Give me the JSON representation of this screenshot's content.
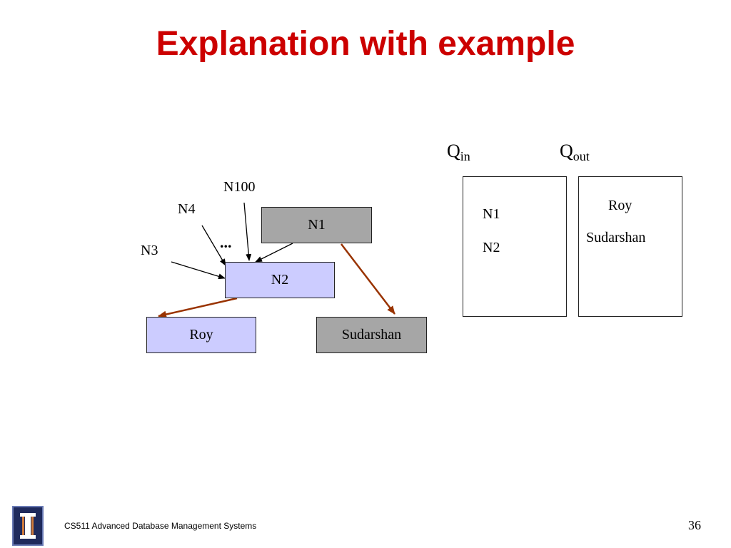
{
  "slide": {
    "title": "Explanation with example",
    "footer": "CS511 Advanced Database Management Systems",
    "page_number": "36",
    "colors": {
      "title": "#cc0000",
      "blue_node": "#ccccff",
      "gray_node": "#a6a6a6",
      "arrow_brown": "#993300",
      "logo_bg": "#1f2a5c"
    }
  },
  "graph": {
    "nodes": {
      "n1": "N1",
      "n2": "N2",
      "roy": "Roy",
      "sudarshan": "Sudarshan"
    },
    "incoming": {
      "n100": "N100",
      "n4": "N4",
      "n3": "N3",
      "ellipsis": "..."
    }
  },
  "queues": {
    "qin": {
      "letter": "Q",
      "sub": "in",
      "items": [
        "N1",
        "N2"
      ]
    },
    "qout": {
      "letter": "Q",
      "sub": "out",
      "items": [
        "Roy",
        "Sudarshan"
      ]
    }
  }
}
